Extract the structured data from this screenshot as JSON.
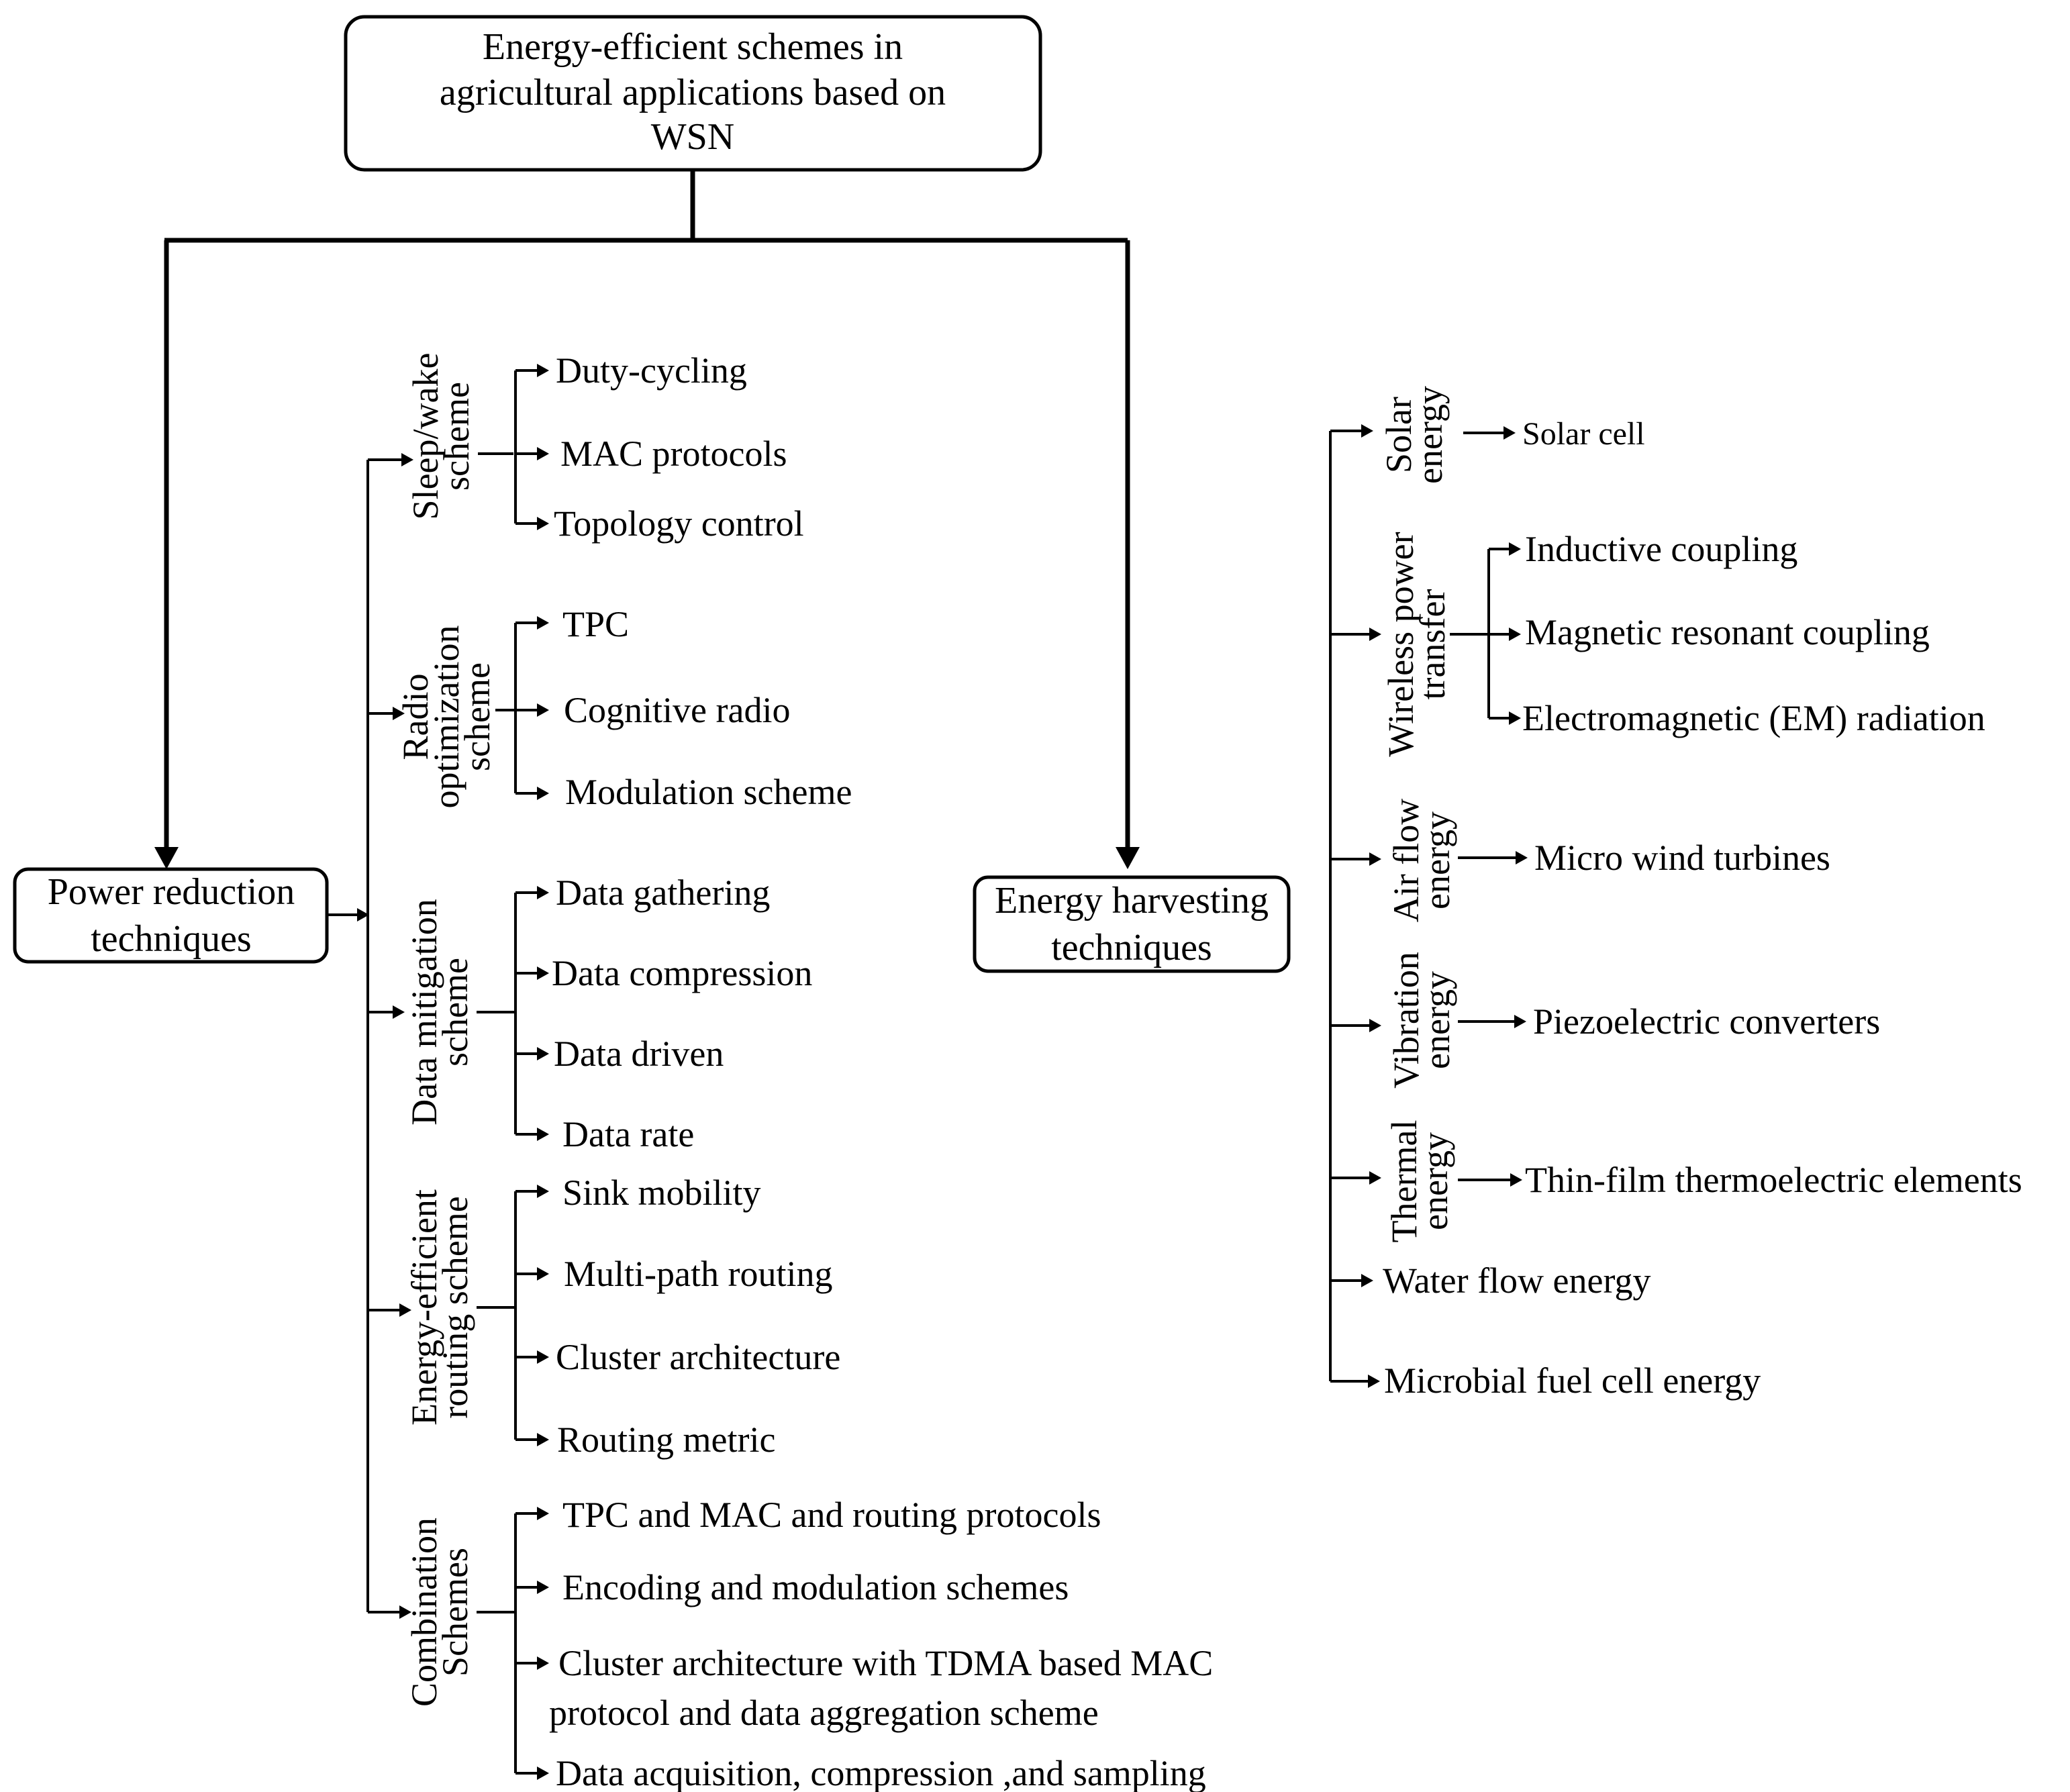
{
  "root": {
    "lines": [
      "Energy-efficient schemes in",
      "agricultural applications based on",
      "WSN"
    ]
  },
  "power": {
    "lines": [
      "Power reduction",
      "techniques"
    ],
    "schemes": [
      {
        "lines": [
          "Sleep/wake",
          "scheme"
        ],
        "items": [
          "Duty-cycling",
          "MAC protocols",
          "Topology control"
        ]
      },
      {
        "lines": [
          "Radio",
          "optimization",
          "scheme"
        ],
        "items": [
          "TPC",
          "Cognitive radio",
          "Modulation scheme"
        ]
      },
      {
        "lines": [
          "Data mitigation",
          "scheme"
        ],
        "items": [
          "Data gathering",
          "Data compression",
          "Data driven",
          "Data rate"
        ]
      },
      {
        "lines": [
          "Energy-efficient",
          "routing scheme"
        ],
        "items": [
          "Sink mobility",
          "Multi-path routing",
          "Cluster architecture",
          "Routing metric"
        ]
      },
      {
        "lines": [
          "Combination",
          "Schemes"
        ],
        "items": [
          "TPC and MAC and routing protocols",
          "Encoding and modulation schemes",
          "Cluster architecture with TDMA based MAC",
          "protocol and data aggregation scheme",
          "Data acquisition, compression ,and sampling"
        ]
      }
    ]
  },
  "harvest": {
    "lines": [
      "Energy harvesting",
      "techniques"
    ],
    "sources": [
      {
        "lines": [
          "Solar",
          "energy"
        ],
        "items": [
          "Solar cell"
        ]
      },
      {
        "lines": [
          "Wireless power",
          "transfer"
        ],
        "items": [
          "Inductive coupling",
          "Magnetic resonant coupling",
          "Electromagnetic (EM) radiation"
        ]
      },
      {
        "lines": [
          "Air flow",
          "energy"
        ],
        "items": [
          "Micro wind turbines"
        ]
      },
      {
        "lines": [
          "Vibration",
          "energy"
        ],
        "items": [
          "Piezoelectric converters"
        ]
      },
      {
        "lines": [
          "Thermal",
          "energy"
        ],
        "items": [
          "Thin-film thermoelectric elements"
        ]
      },
      {
        "lines": [
          "Water flow energy"
        ]
      },
      {
        "lines": [
          "Microbial fuel cell energy"
        ]
      }
    ]
  }
}
